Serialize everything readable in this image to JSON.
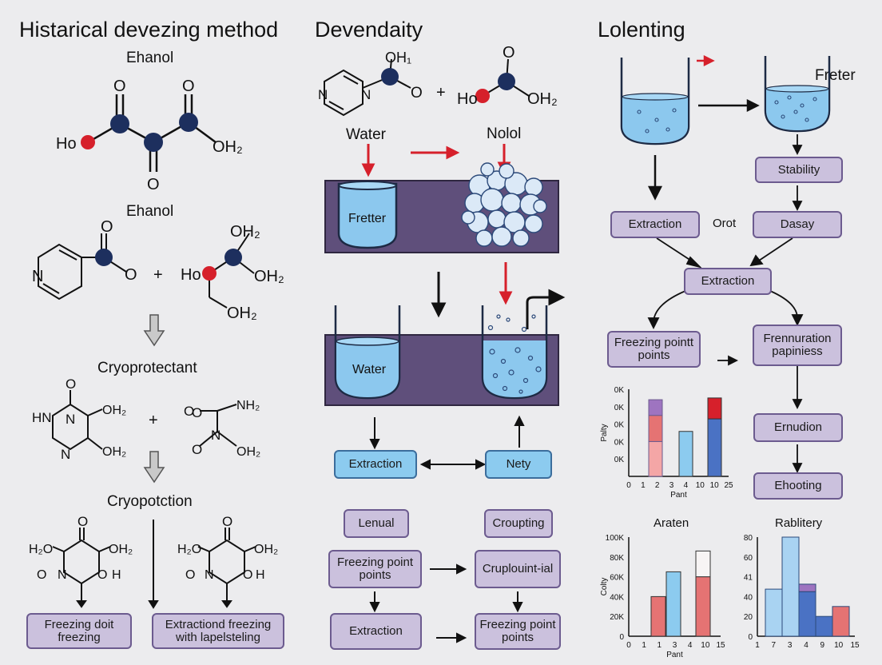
{
  "left": {
    "title": "Histarical devezing method",
    "ethanol_1": "Ehanol",
    "ethanol_2": "Ehanol",
    "cryoprotectant": "Cryoprotectant",
    "cryopotction": "Cryopotction",
    "box_1": "Freezing doit freezing",
    "box_2": "Extractiond freezing with lapelsteling",
    "plus": "+",
    "atoms": {
      "o": "O",
      "ho": "Hо",
      "oh2": "OH₂",
      "n": "N",
      "hn": "HN",
      "nh2": "NH₂",
      "oh2_small": "OH₂",
      "h2o": "H₂O",
      "h": "H",
      "o_prefix": "O"
    }
  },
  "middle": {
    "title": "Devendaity",
    "water_label": "Water",
    "nolol_label": "Nolol",
    "fretter": "Fretter",
    "water": "Water",
    "plus": "+",
    "atoms": {
      "oh1": "OH₁",
      "o": "O",
      "n": "N",
      "ho": "Hо",
      "oh2": "OH₂"
    },
    "boxes": {
      "extraction_1": "Extraction",
      "nety": "Nety",
      "lenual": "Lenual",
      "croupting": "Croupting",
      "freezing_point": "Freezing point points",
      "cruplouinal": "Cruplouint-ial",
      "extraction_2": "Extraction",
      "freezing_point_2": "Freezing point points"
    }
  },
  "right": {
    "title": "Lolenting",
    "freter": "Freter",
    "orot": "Orot",
    "boxes": {
      "stability": "Stability",
      "extraction_1": "Extraction",
      "dasay": "Dasay",
      "extraction_2": "Extraction",
      "freezing": "Freezing pointt points",
      "frennuration": "Frennuration papiniess",
      "ernudion": "Ernudion",
      "ehooting": "Ehooting"
    }
  },
  "chart_data": [
    {
      "type": "bar",
      "title": "",
      "ylabel": "Palty",
      "xlabel": "Pant",
      "x_ticks": [
        "0",
        "1",
        "2",
        "3",
        "4",
        "10",
        "10",
        "25"
      ],
      "y_ticks": [
        "0K",
        "0K",
        "0K",
        "0K",
        "0K"
      ],
      "series": [
        {
          "color": "#f4a6a6",
          "values": [
            {
              "x": 1.5,
              "y": 0.4
            }
          ]
        },
        {
          "color": "#e57373",
          "values": [
            {
              "x": 1.5,
              "y": 0.3
            }
          ]
        },
        {
          "color": "#9e74c0",
          "values": [
            {
              "x": 1.5,
              "y": 0.18
            }
          ]
        },
        {
          "color": "#8ccbef",
          "values": [
            {
              "x": 3.5,
              "y": 0.86
            }
          ]
        },
        {
          "color": "#4a72c4",
          "values": [
            {
              "x": 10.0,
              "y": 0.99
            }
          ]
        },
        {
          "color": "#d6202b",
          "values": [
            {
              "x": 10.0,
              "y": 0.3
            }
          ]
        }
      ]
    },
    {
      "type": "bar",
      "title": "Araten",
      "ylabel": "Colty",
      "xlabel": "Pant",
      "x_ticks": [
        "0",
        "1",
        "1",
        "3",
        "4",
        "10",
        "15"
      ],
      "y_ticks": [
        "100K",
        "80K",
        "60K",
        "40K",
        "20K",
        "0"
      ],
      "ylim": [
        0,
        100000
      ],
      "series": [
        {
          "name": "",
          "color": "#e57373",
          "values": [
            40000,
            60000
          ]
        },
        {
          "name": "",
          "color": "#8ccbef",
          "values": [
            65000
          ]
        },
        {
          "name": "",
          "color": "#f7f4f4",
          "values": [
            26000
          ]
        }
      ]
    },
    {
      "type": "bar",
      "title": "Rablitery",
      "ylabel": "",
      "xlabel": "",
      "x_ticks": [
        "1",
        "7",
        "3",
        "4",
        "9",
        "10",
        "15"
      ],
      "y_ticks": [
        "80",
        "60",
        "41",
        "40",
        "20",
        "0"
      ],
      "ylim": [
        0,
        80
      ],
      "series": [
        {
          "name": "",
          "color": "#a9d3f2",
          "values": [
            38,
            80
          ]
        },
        {
          "name": "",
          "color": "#9e74c0",
          "values": [
            6
          ]
        },
        {
          "name": "",
          "color": "#4a72c4",
          "values": [
            36,
            16
          ]
        },
        {
          "name": "",
          "color": "#e57373",
          "values": [
            24
          ]
        }
      ]
    }
  ]
}
